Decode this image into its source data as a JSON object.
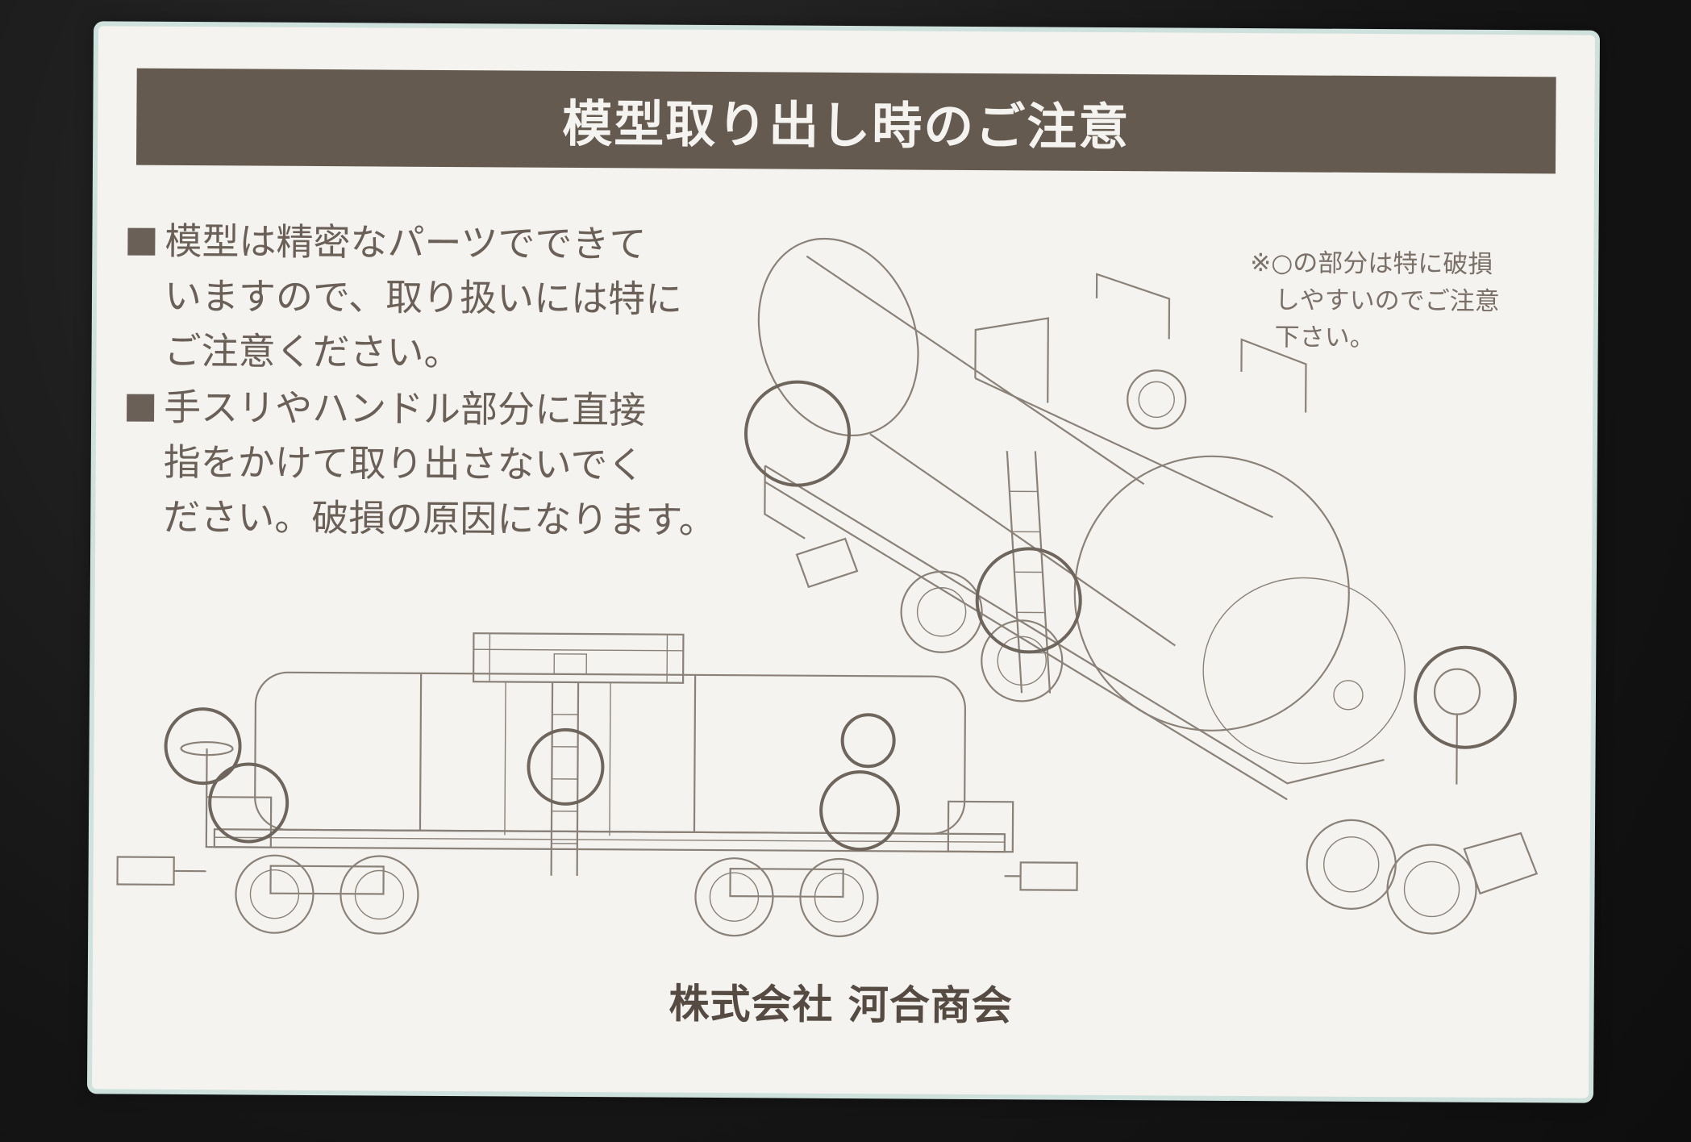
{
  "title": "模型取り出し時のご注意",
  "notes": [
    "模型は精密なパーツでできて\nいますので、取り扱いには特に\nご注意ください。",
    "手スリやハンドル部分に直接\n指をかけて取り出さないでく\nださい。破損の原因になります。"
  ],
  "side_note": "※○の部分は特に破損\n　しやすいのでご注意\n　下さい。",
  "company": "株式会社 河合商会",
  "colors": {
    "title_bar": "#645a4f",
    "card": "#f4f3ef",
    "text": "#6a6058",
    "line_art": "#8a8178"
  }
}
